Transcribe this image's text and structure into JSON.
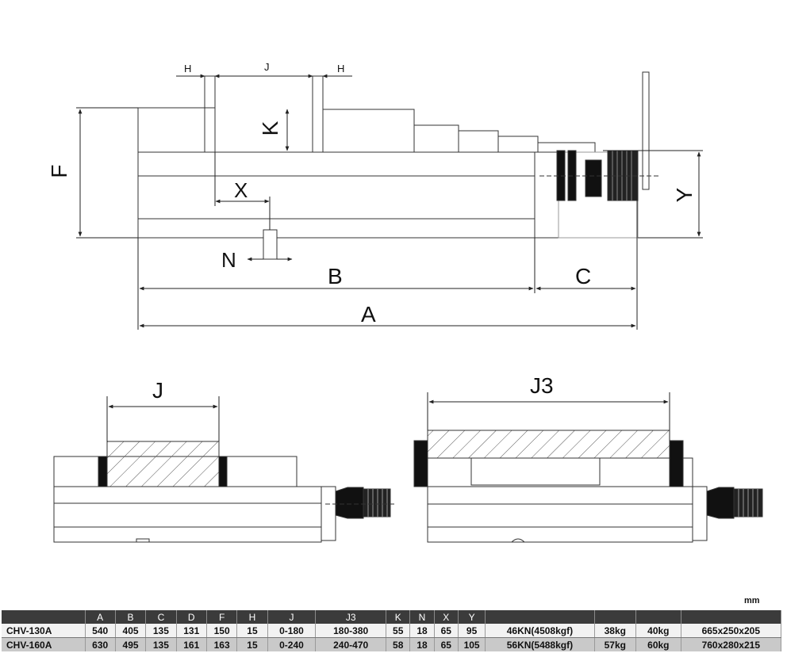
{
  "labels": {
    "H_left": "H",
    "J_top": "J",
    "H_right": "H",
    "K": "K",
    "F": "F",
    "X": "X",
    "N": "N",
    "B": "B",
    "C": "C",
    "A": "A",
    "Y": "Y",
    "J_bottom": "J",
    "J3": "J3"
  },
  "unit": "mm",
  "table": {
    "headers": [
      "",
      "A",
      "B",
      "C",
      "D",
      "F",
      "H",
      "J",
      "J3",
      "K",
      "N",
      "X",
      "Y",
      "",
      "",
      "",
      ""
    ],
    "rows": [
      [
        "CHV-130A",
        "540",
        "405",
        "135",
        "131",
        "150",
        "15",
        "0-180",
        "180-380",
        "55",
        "18",
        "65",
        "95",
        "46KN(4508kgf)",
        "38kg",
        "40kg",
        "665x250x205"
      ],
      [
        "CHV-160A",
        "630",
        "495",
        "135",
        "161",
        "163",
        "15",
        "0-240",
        "240-470",
        "58",
        "18",
        "65",
        "105",
        "56KN(5488kgf)",
        "57kg",
        "60kg",
        "760x280x215"
      ]
    ]
  }
}
